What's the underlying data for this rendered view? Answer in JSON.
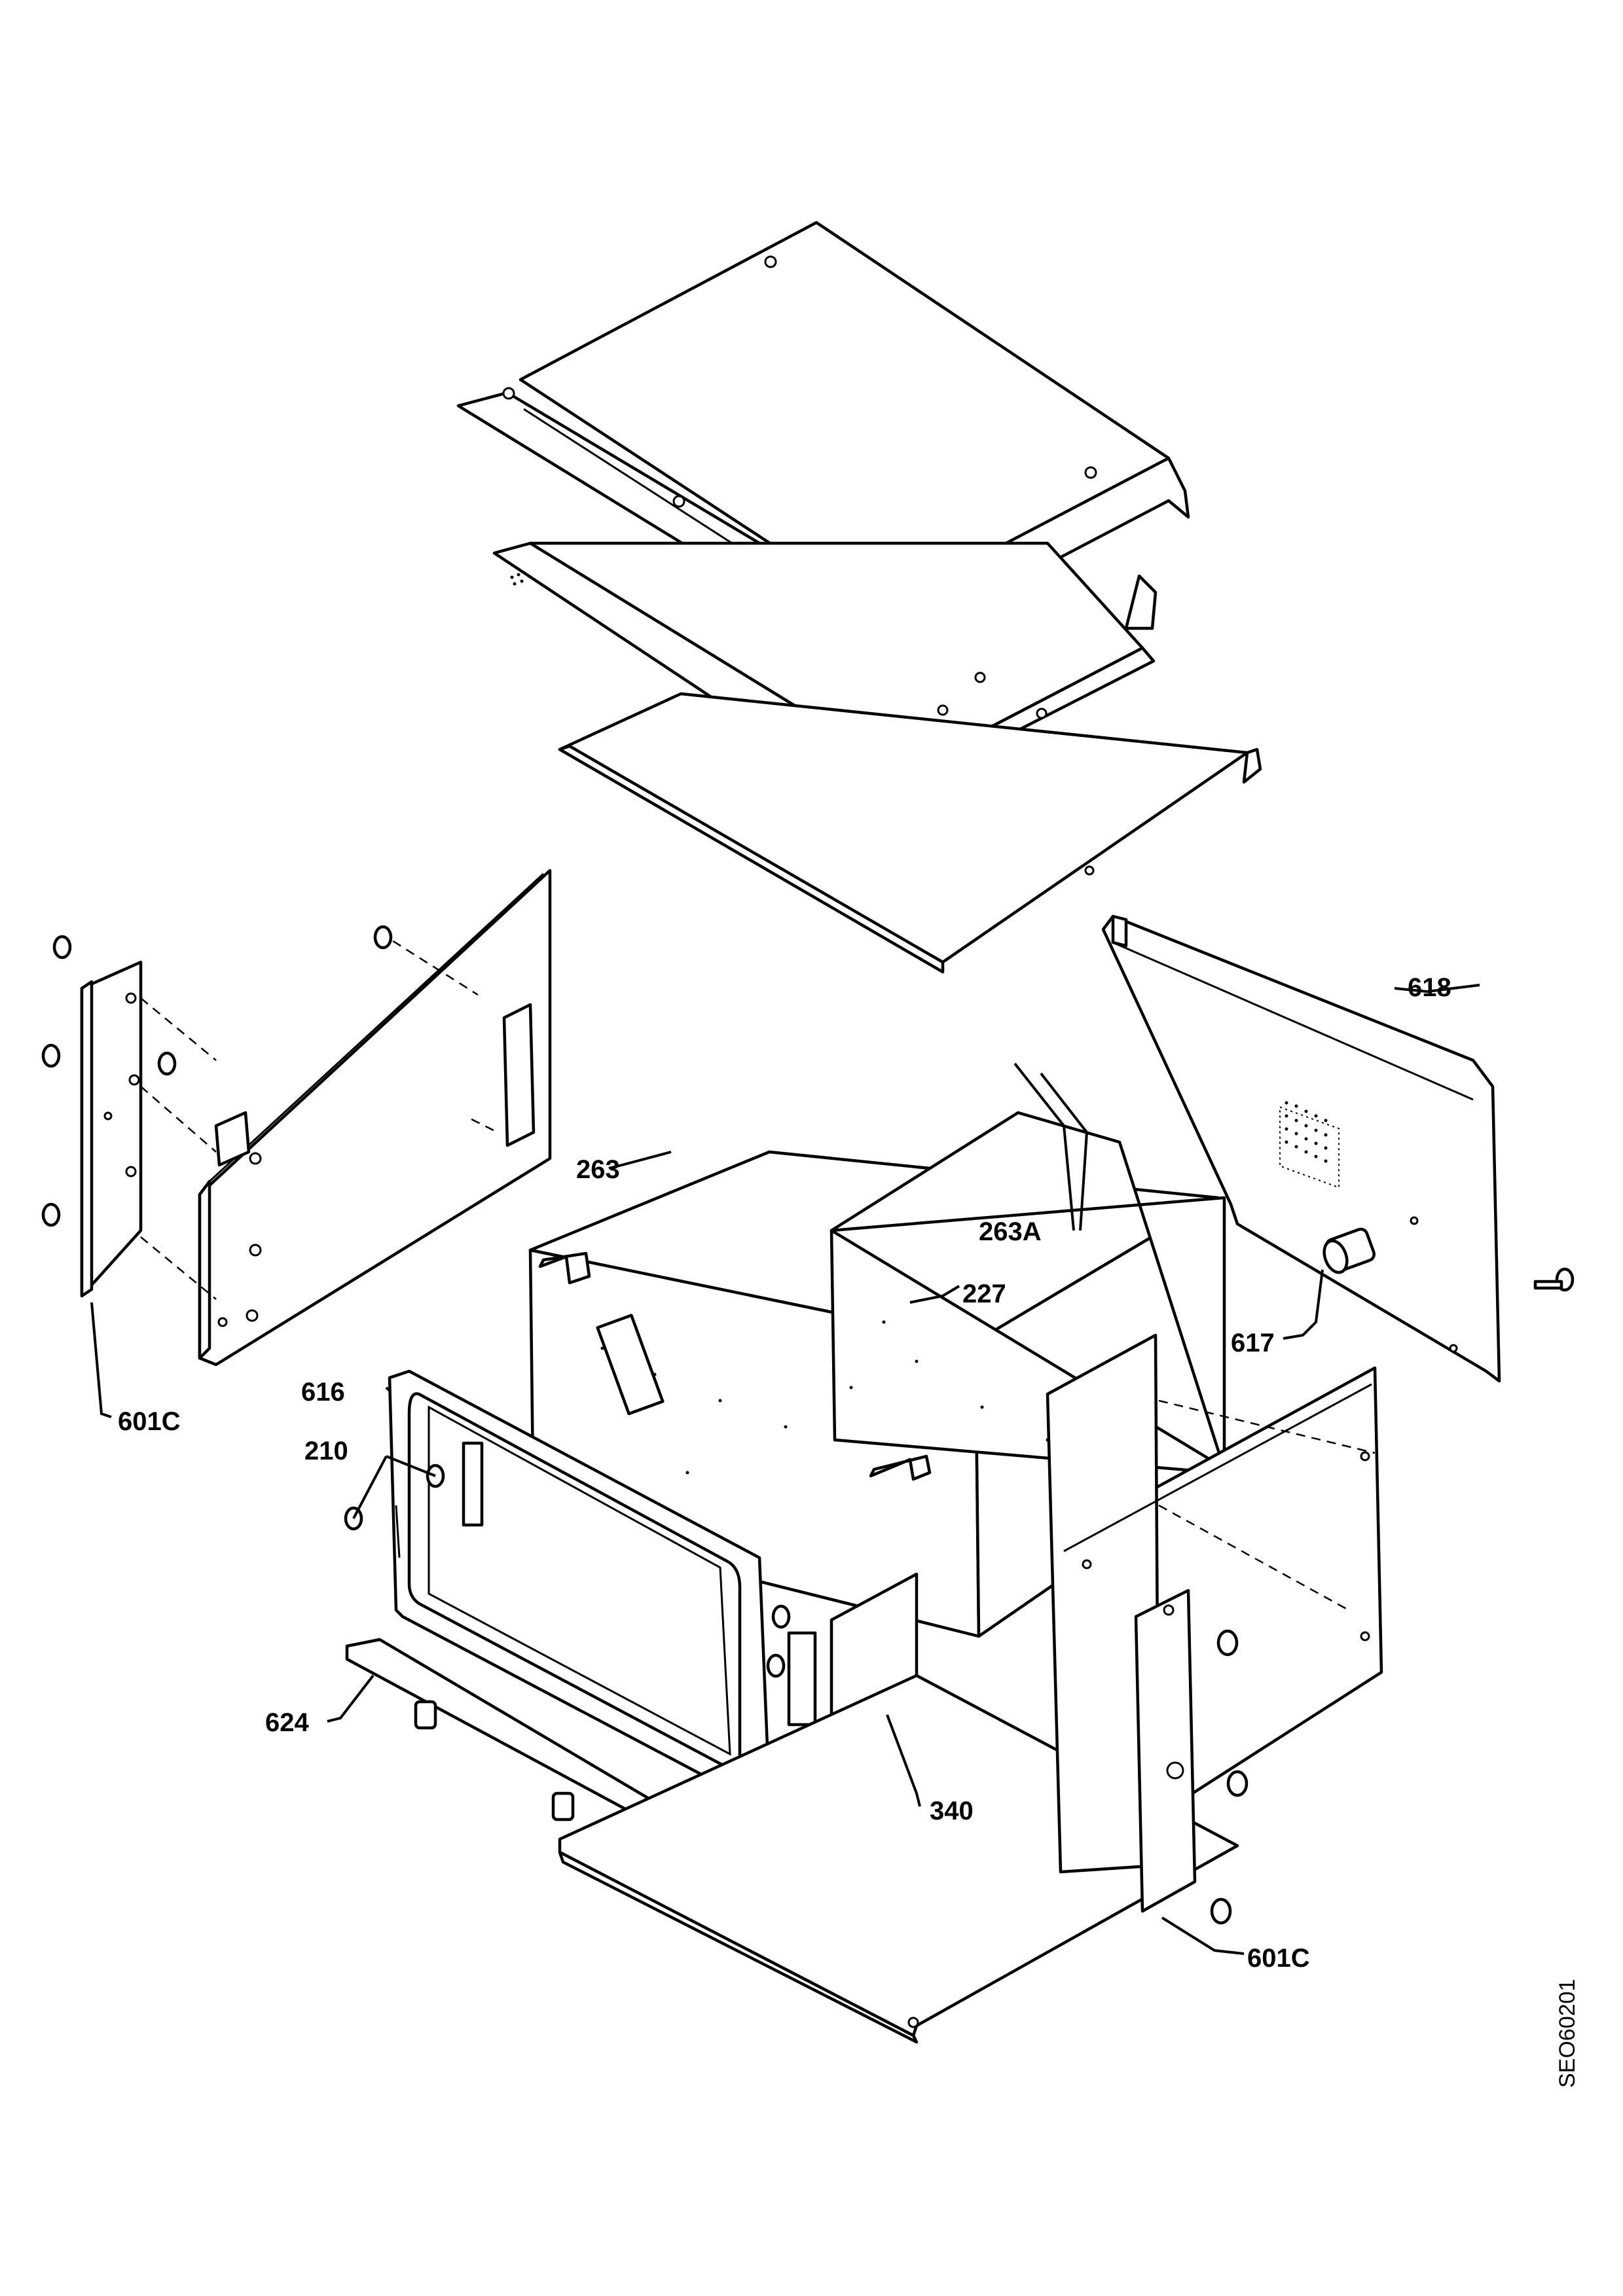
{
  "diagram": {
    "callouts": {
      "c618": "618",
      "c263": "263",
      "c263A": "263A",
      "c227": "227",
      "c617": "617",
      "c616": "616",
      "c210": "210",
      "c601C_left": "601C",
      "c624": "624",
      "c340": "340",
      "c601C_right": "601C"
    },
    "drawing_code": "SEO60201"
  },
  "style": {
    "line_color": "#000000",
    "background": "#ffffff"
  }
}
